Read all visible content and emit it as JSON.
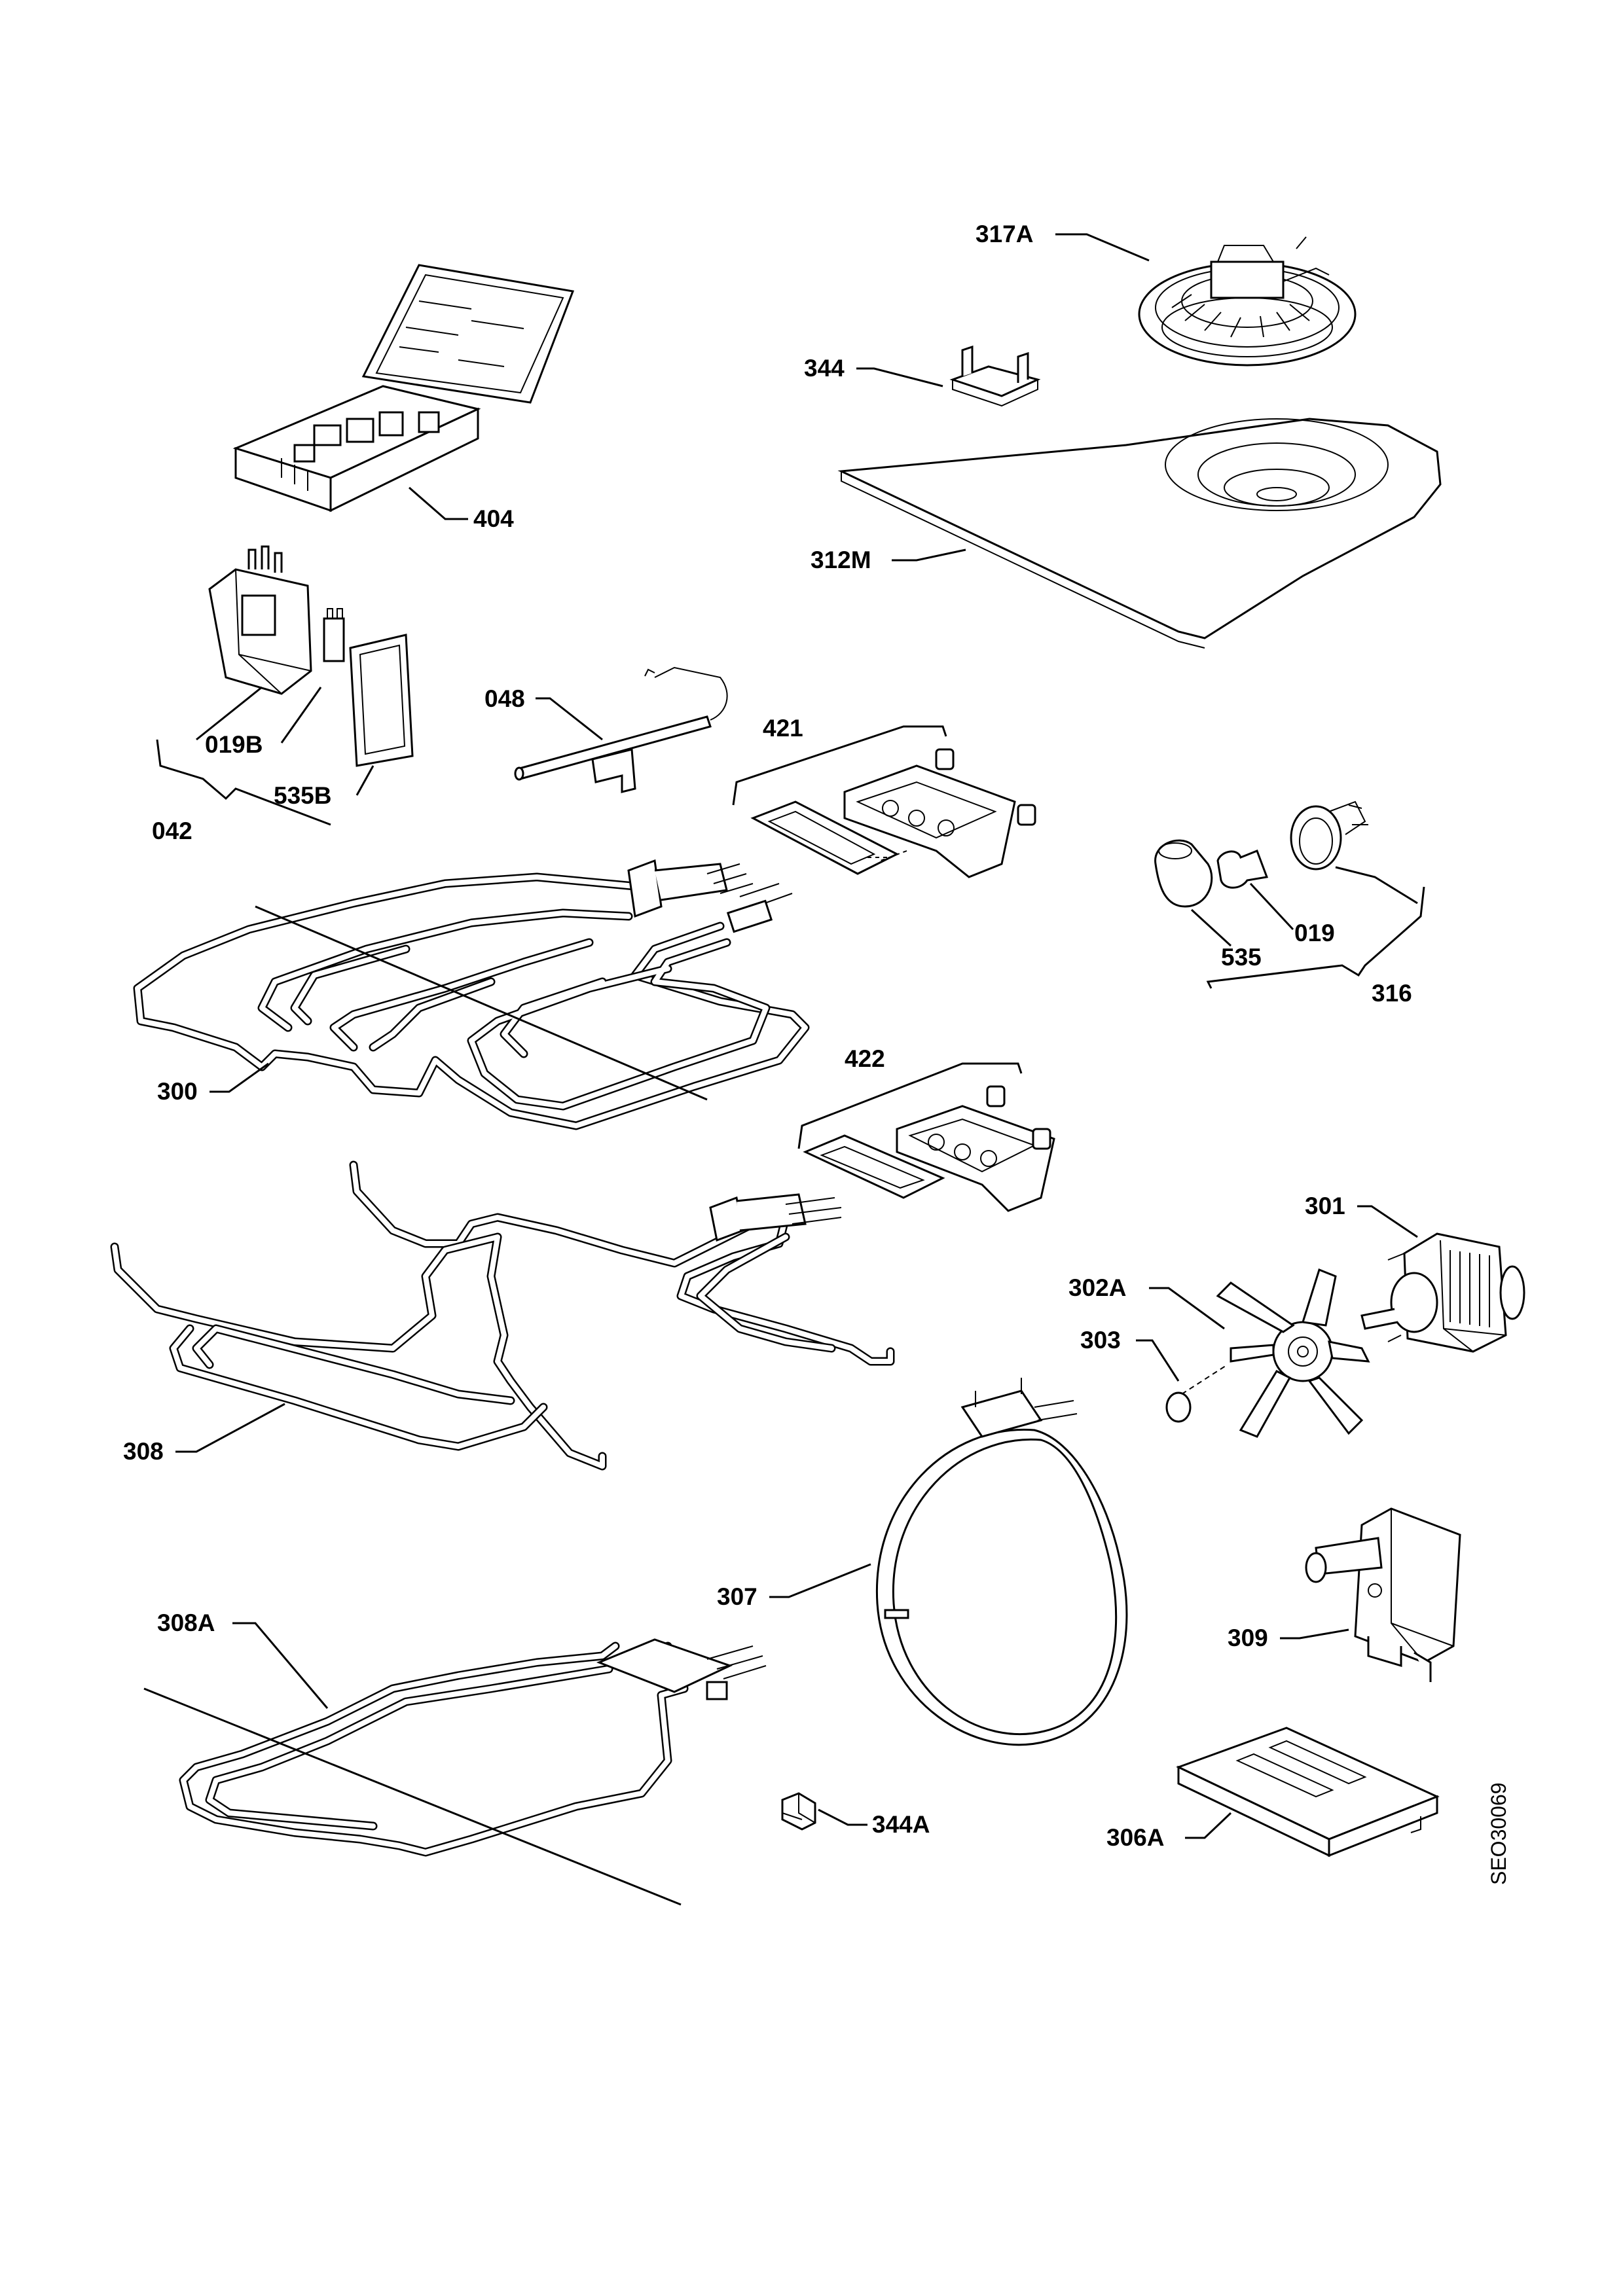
{
  "diagram": {
    "drawing_code": "SEO30069",
    "labels": {
      "p317A": "317A",
      "p344": "344",
      "p312M": "312M",
      "p404": "404",
      "p019B": "019B",
      "p535B": "535B",
      "p042": "042",
      "p048": "048",
      "p421": "421",
      "p019": "019",
      "p535": "535",
      "p316": "316",
      "p300": "300",
      "p422": "422",
      "p301": "301",
      "p302A": "302A",
      "p303": "303",
      "p308": "308",
      "p307": "307",
      "p308A": "308A",
      "p309": "309",
      "p344A": "344A",
      "p306A": "306A"
    }
  }
}
